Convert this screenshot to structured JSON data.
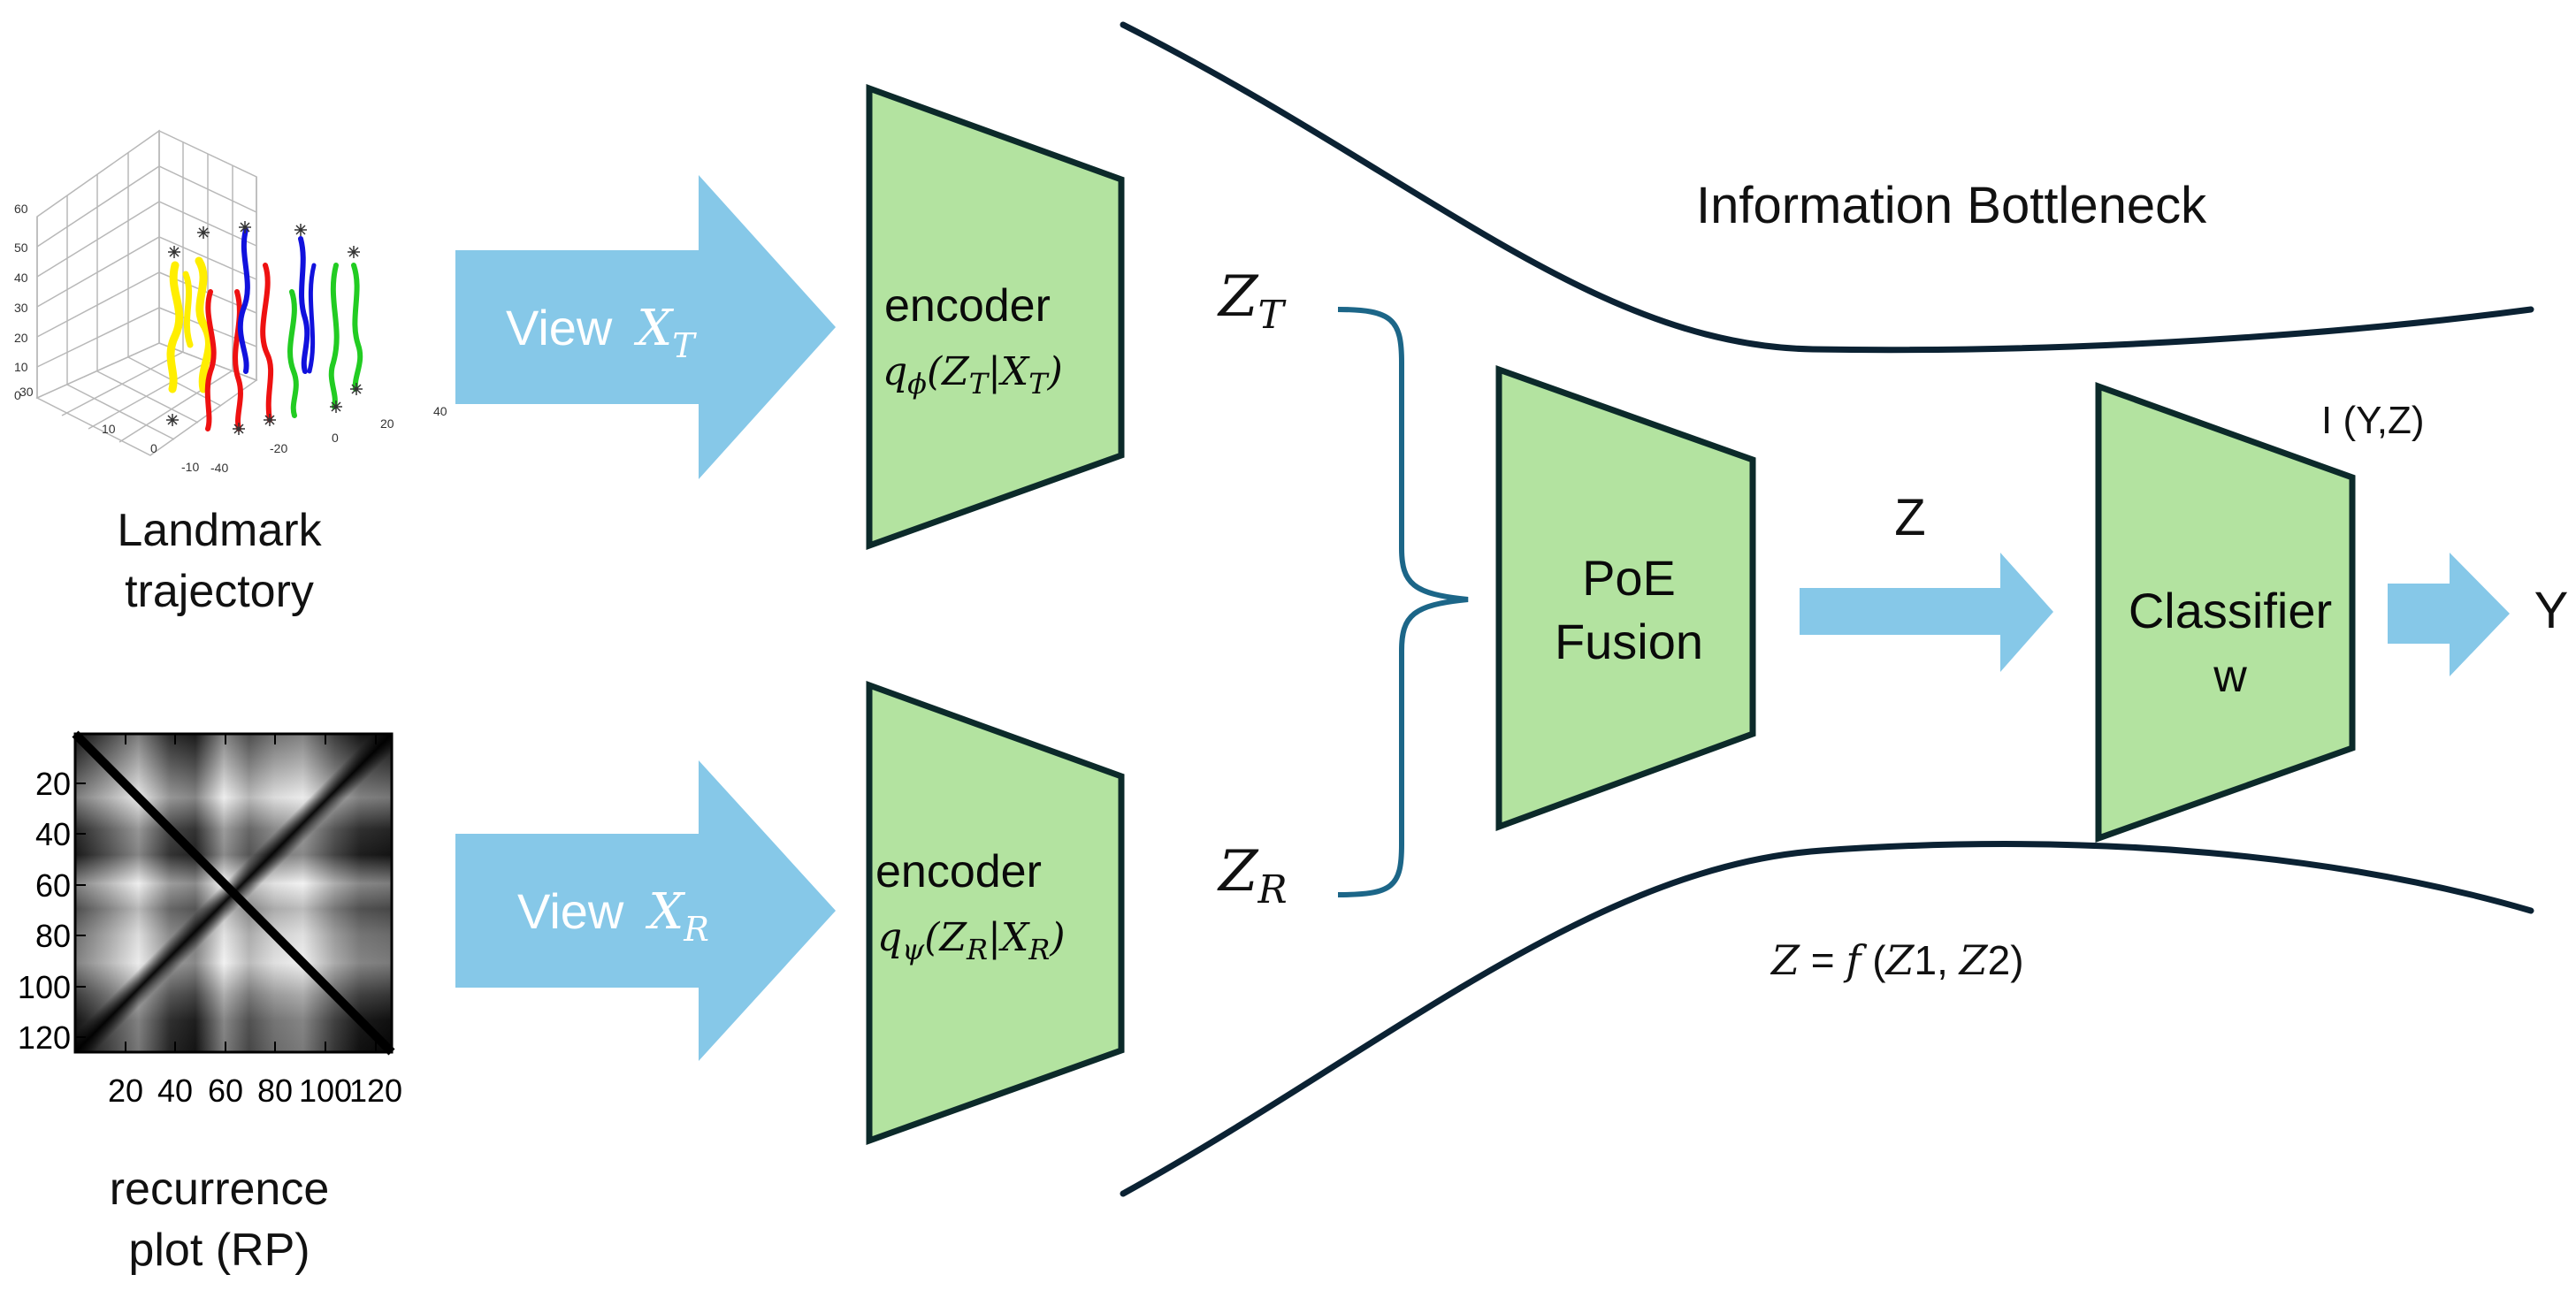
{
  "title": "Information Bottleneck",
  "colors": {
    "arrow": "#86c8e8",
    "block": "#b3e3a0",
    "block_border": "#0c2a2a",
    "bottleneck": "#0b2233",
    "brace": "#1c6688"
  },
  "inputs": {
    "trajectory": {
      "caption_line1": "Landmark",
      "caption_line2": "trajectory",
      "ticks_z": [
        "0",
        "10",
        "20",
        "30",
        "40",
        "50",
        "60"
      ],
      "ticks_y": [
        "30",
        "10",
        "0",
        "-10",
        "-40"
      ],
      "ticks_x": [
        "-20",
        "0",
        "20",
        "40"
      ]
    },
    "recurrence": {
      "caption_line1": "recurrence",
      "caption_line2": "plot (RP)",
      "ticks_y": [
        "20",
        "40",
        "60",
        "80",
        "100",
        "120"
      ],
      "ticks_x": [
        "20",
        "40",
        "60",
        "80",
        "100",
        "120"
      ]
    }
  },
  "views": {
    "top": {
      "label": "View",
      "var": "X",
      "sub": "T"
    },
    "bottom": {
      "label": "View",
      "var": "X",
      "sub": "R"
    }
  },
  "encoders": {
    "top": {
      "label": "encoder",
      "q": "q",
      "q_sub": "ϕ",
      "z": "Z",
      "z_sub": "T",
      "x": "X",
      "x_sub": "T"
    },
    "bottom": {
      "label": "encoder",
      "q": "q",
      "q_sub": "ψ",
      "z": "Z",
      "z_sub": "R",
      "x": "X",
      "x_sub": "R"
    }
  },
  "latents": {
    "top": {
      "var": "Z",
      "sub": "T"
    },
    "bottom": {
      "var": "Z",
      "sub": "R"
    }
  },
  "fusion": {
    "line1": "PoE",
    "line2": "Fusion"
  },
  "fused_label": "Z",
  "classifier": {
    "line1": "Classifier",
    "line2": "w"
  },
  "mutual_info": "I (Y,Z)",
  "output": "Y",
  "formula": {
    "lhs": "Z",
    "eq": " = ",
    "f": "f",
    "open": " (",
    "z1": "Z",
    "n1": "1",
    "comma": ", ",
    "z2": "Z",
    "n2": "2",
    "close": ")"
  }
}
